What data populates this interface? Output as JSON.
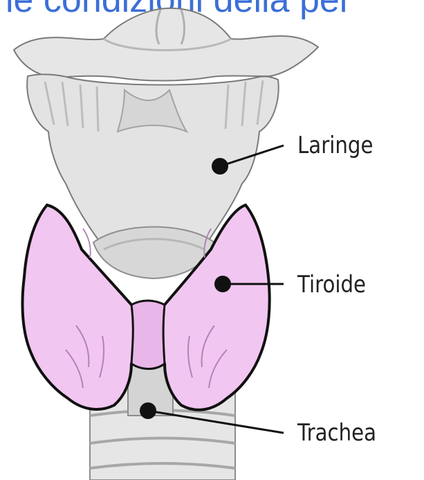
{
  "header_text": "le condizioni della pel",
  "labels": {
    "laringe": "Laringe",
    "tiroide": "Tiroide",
    "trachea": "Trachea"
  },
  "colors": {
    "header": "#3b6fd8",
    "cartilage": "#e3e3e3",
    "cartilage_shadow": "#c9c9c9",
    "thyroid": "#f1c6f1",
    "thyroid_vein": "#b183b6",
    "outline": "#111111"
  }
}
